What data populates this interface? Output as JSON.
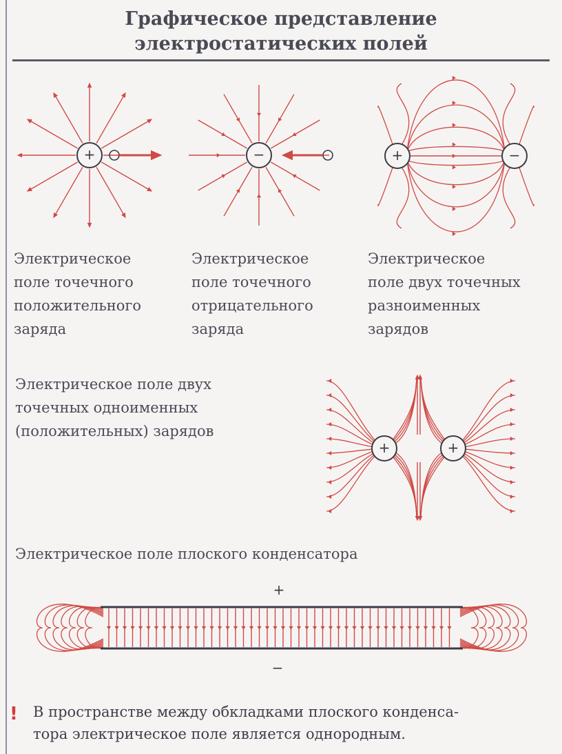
{
  "title": "Графическое представление\nэлектростатических полей",
  "captions": {
    "positive": "Электрическое\nполе точечного\nположительного\nзаряда",
    "negative": "Электрическое\nполе точечного\nотрицательного\nзаряда",
    "dipole": "Электрическое\nполе двух точечных\nразноименных\nзарядов",
    "like": "Электрическое поле двух\nточечных одноименных\n(положительных) зарядов",
    "capacitor": "Электрическое поле плоского конденсатора"
  },
  "signs": {
    "plus": "+",
    "minus": "−"
  },
  "note": {
    "mark": "!",
    "text": "В пространстве между обкладками плоского конденса-\nтора электрическое поле является однородным."
  },
  "colors": {
    "field": "#cf4a45",
    "ink": "#3b3b44"
  }
}
